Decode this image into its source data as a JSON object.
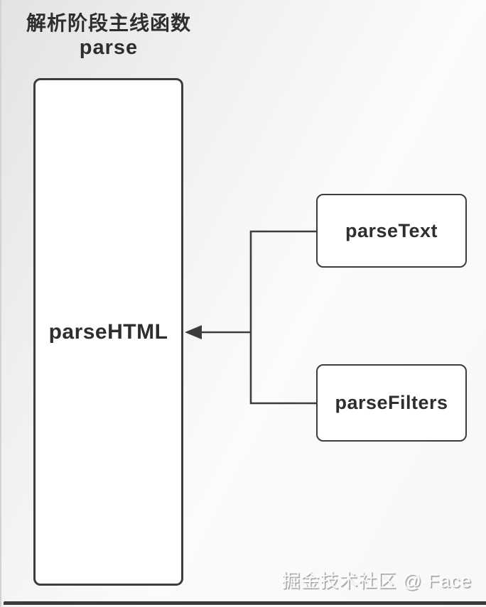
{
  "diagram": {
    "title_line1": "解析阶段主线函数",
    "title_line2": "parse",
    "main_node": {
      "label": "parseHTML"
    },
    "child_nodes": [
      {
        "label": "parseText"
      },
      {
        "label": "parseFilters"
      }
    ],
    "colors": {
      "border_color": "#3d3d3d",
      "text_color": "#2e2e2e",
      "node_fill": "#ffffff",
      "background": "#f2f2f2",
      "bottom_bar": "#3a3a3a"
    }
  },
  "watermark": {
    "text": "掘金技术社区 @ Face"
  }
}
